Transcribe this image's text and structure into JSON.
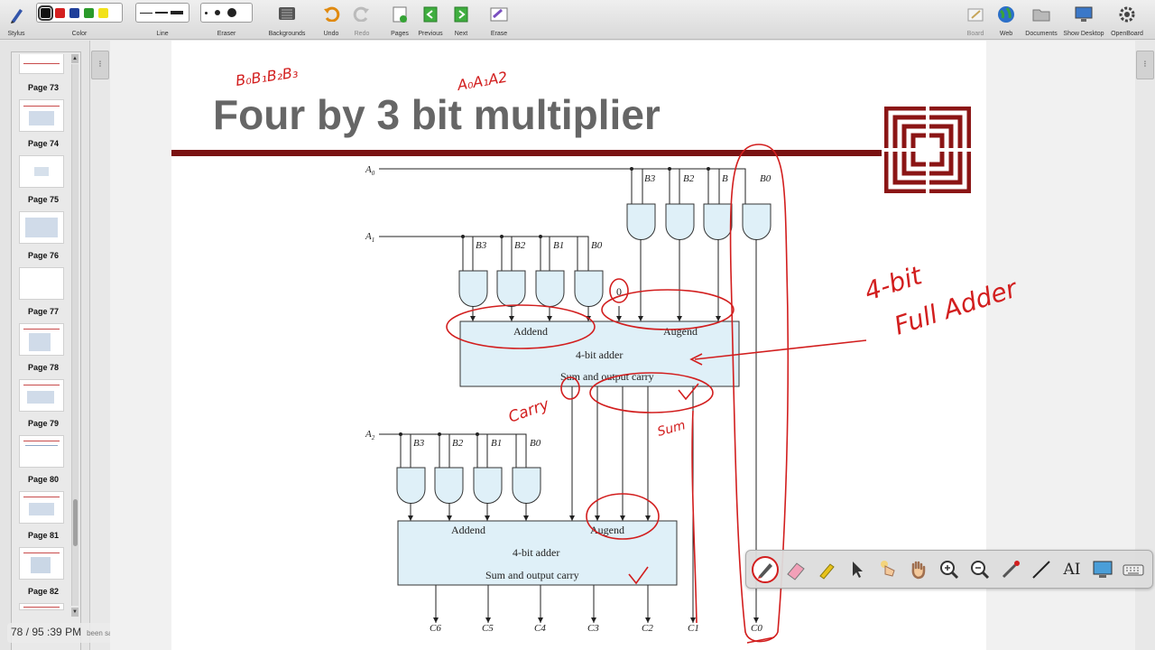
{
  "toolbar": {
    "stylus": "Stylus",
    "color": "Color",
    "line": "Line",
    "eraser": "Eraser",
    "backgrounds": "Backgrounds",
    "undo": "Undo",
    "redo": "Redo",
    "pages": "Pages",
    "previous": "Previous",
    "next": "Next",
    "erase": "Erase",
    "board": "Board",
    "web": "Web",
    "documents": "Documents",
    "show_desktop": "Show Desktop",
    "openboard": "OpenBoard",
    "colors": [
      "#111111",
      "#d42020",
      "#1f3f9a",
      "#2a9a2a",
      "#f2e21a"
    ],
    "selected_color": "#111111"
  },
  "sidebar": {
    "pages": [
      "Page 73",
      "Page 74",
      "Page 75",
      "Page 76",
      "Page 77",
      "Page 78",
      "Page 79",
      "Page 80",
      "Page 81",
      "Page 82"
    ]
  },
  "status": {
    "page_counter": "78 / 95",
    "clock": ":39 PM",
    "note": "been saved"
  },
  "slide": {
    "title": "Four by 3 bit multiplier",
    "accent_color": "#7a1212",
    "inputs": {
      "a0": "A",
      "a1": "A",
      "a2": "A"
    },
    "rows": {
      "row0": [
        "B3",
        "B2",
        "B",
        "B0"
      ],
      "row1": [
        "B3",
        "B2",
        "B1",
        "B0"
      ],
      "row2": [
        "B3",
        "B2",
        "B1",
        "B0"
      ]
    },
    "adder1": {
      "addend": "Addend",
      "augend": "Augend",
      "name": "4-bit adder",
      "out": "Sum and output carry",
      "zero": "0"
    },
    "adder2": {
      "addend": "Addend",
      "augend": "Augend",
      "name": "4-bit adder",
      "out": "Sum and output carry"
    },
    "outputs": [
      "C6",
      "C5",
      "C4",
      "C3",
      "C2",
      "C1",
      "C0"
    ]
  },
  "annotations": {
    "b_bits": "B₀B₁B₂B₃",
    "a_bits": "A₀A₁A2",
    "carry": "Carry",
    "carry_zero": "0",
    "sum": "Sum",
    "full_adder_1": "4-bit",
    "full_adder_2": "Full Adder",
    "ink_color": "#d21e1e"
  },
  "pen_tools": [
    "pen-icon",
    "eraser-icon",
    "highlighter-icon",
    "pointer-icon",
    "laser-icon",
    "hand-icon",
    "zoom-in-icon",
    "zoom-out-icon",
    "line-icon",
    "ruler-icon",
    "text-icon",
    "capture-icon",
    "keyboard-icon"
  ]
}
